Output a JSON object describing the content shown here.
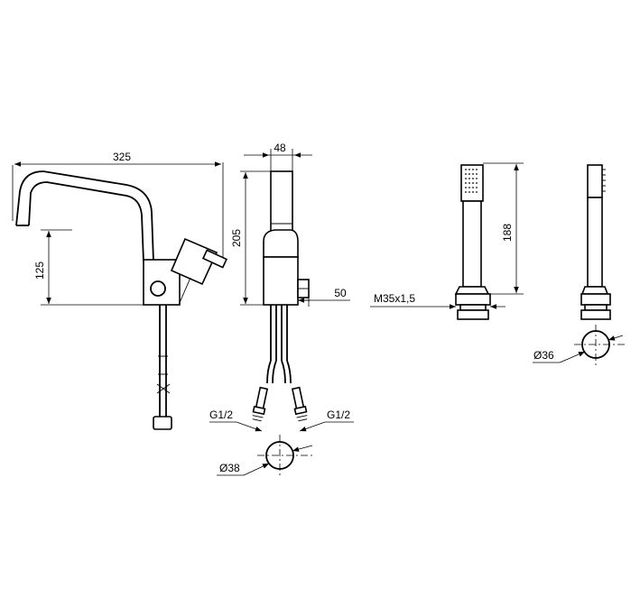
{
  "dimensions": {
    "spout_reach": "325",
    "spout_height": "125",
    "body_width": "48",
    "body_height": "205",
    "lever_offset": "50",
    "hose_thread_left": "G1/2",
    "hose_thread_right": "G1/2",
    "mixer_hole_diameter": "Ø38",
    "shower_length": "188",
    "shower_thread": "M35x1,5",
    "shower_hole_diameter": "Ø36"
  }
}
